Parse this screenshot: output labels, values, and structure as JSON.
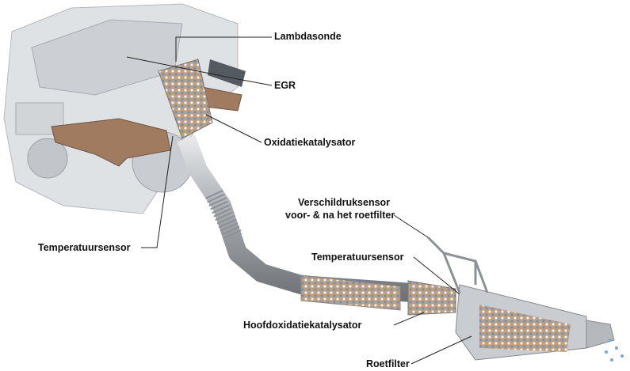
{
  "labels": {
    "lambdasonde": "Lambdasonde",
    "egr": "EGR",
    "oxidatiekatalysator": "Oxidatiekatalysator",
    "verschildruksensor_line1": "Verschildruksensor",
    "verschildruksensor_line2": "voor- & na het roetfilter",
    "temperatuursensor_left": "Temperatuursensor",
    "temperatuursensor_right": "Temperatuursensor",
    "hoofdoxidatiekatalysator": "Hoofdoxidatiekatalysator",
    "roetfilter": "Roetfilter"
  },
  "colors": {
    "engine": "#d9dcdf",
    "pipe": "#a9adb2",
    "manifold": "#9c7a62",
    "catalyst_fill": "#b8a58f"
  }
}
